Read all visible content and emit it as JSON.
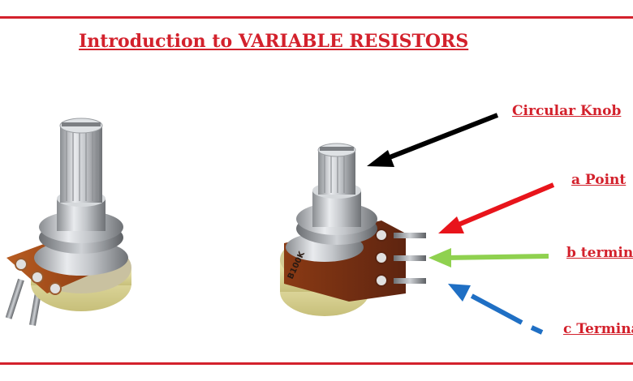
{
  "title": "Introduction to VARIABLE RESISTORS",
  "labels": {
    "circular_knob": "Circular Knob",
    "a_point": "a Point",
    "b_terminal": "b termina",
    "c_terminal": "c Termina"
  },
  "body_marking": "B100K",
  "colors": {
    "accent": "#d3212c",
    "arrow_knob": "#000000",
    "arrow_a": "#e8141b",
    "arrow_b": "#8fd14f",
    "arrow_c": "#1f6fc4"
  },
  "icons": [
    "potentiometer-photo-left",
    "potentiometer-photo-right"
  ]
}
